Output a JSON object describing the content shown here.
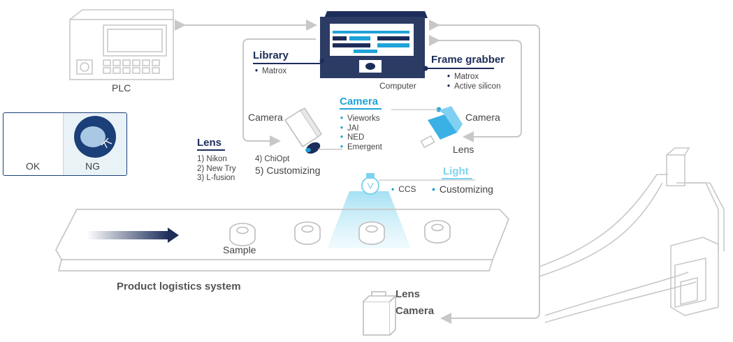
{
  "plc": {
    "label": "PLC"
  },
  "inspection": {
    "ok_label": "OK",
    "ng_label": "NG"
  },
  "computer": {
    "label": "Computer"
  },
  "library": {
    "title": "Library",
    "items": [
      "Matrox"
    ]
  },
  "frame_grabber": {
    "title": "Frame grabber",
    "items": [
      "Matrox",
      "Active silicon"
    ]
  },
  "camera_left": {
    "label": "Camera"
  },
  "camera_center": {
    "title": "Camera",
    "items": [
      "Vieworks",
      "JAI",
      "NED",
      "Emergent"
    ]
  },
  "camera_right": {
    "label": "Camera",
    "lens_label": "Lens"
  },
  "lens": {
    "title": "Lens",
    "col1": [
      "1) Nikon",
      "2) New Try",
      "3) L-fusion"
    ],
    "col2": [
      "4) ChiOpt",
      "5) Customizing"
    ]
  },
  "light": {
    "title": "Light",
    "items": [
      "CCS",
      "Customizing"
    ]
  },
  "conveyor": {
    "sample_label": "Sample",
    "system_label": "Product logistics system"
  },
  "bottom_camera": {
    "lens_label": "Lens",
    "camera_label": "Camera"
  },
  "colors": {
    "navy": "#1d2d5a",
    "blue": "#1fa3d8",
    "light_blue": "#7fd3ee",
    "gray": "#c8c8c8"
  }
}
